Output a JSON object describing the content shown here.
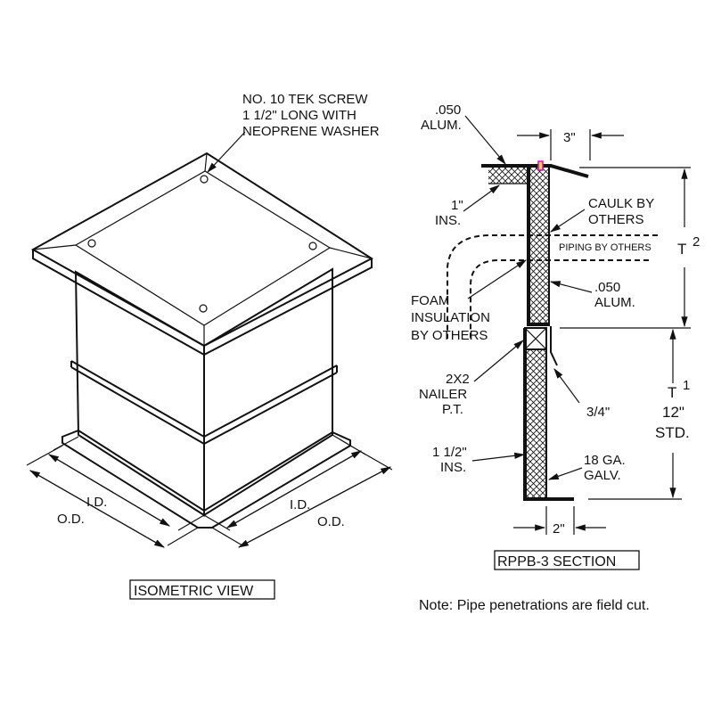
{
  "isometric": {
    "screw_note": [
      "NO. 10 TEK SCREW",
      "1 1/2\" LONG WITH",
      "NEOPRENE WASHER"
    ],
    "left_id": "I.D.",
    "left_od": "O.D.",
    "right_id": "I.D.",
    "right_od": "O.D.",
    "title": "ISOMETRIC VIEW"
  },
  "section": {
    "top_alum": [
      ".050",
      "ALUM."
    ],
    "dim_top": "3\"",
    "ins_1": [
      "1\"",
      "INS."
    ],
    "caulk": [
      "CAULK BY",
      "OTHERS"
    ],
    "piping": "PIPING BY OTHERS",
    "t2": "T",
    "t2_sup": "2",
    "alum_mid": [
      ".050",
      "ALUM."
    ],
    "foam": [
      "FOAM",
      "INSULATION",
      "BY OTHERS"
    ],
    "nailer": [
      "2X2",
      "NAILER",
      "P.T."
    ],
    "dim_34": "3/4\"",
    "t1": "T",
    "t1_sup": "1",
    "t1_std": [
      "12\"",
      "STD."
    ],
    "ins_15": [
      "1 1/2\"",
      "INS."
    ],
    "galv": [
      "18 GA.",
      "GALV."
    ],
    "dim_bottom": "2\"",
    "title": "RPPB-3 SECTION"
  },
  "note": "Note:  Pipe penetrations are field cut.",
  "colors": {
    "line": "#111111",
    "caulk_fill": "#f5e400",
    "caulk_edge": "#e000e0"
  }
}
